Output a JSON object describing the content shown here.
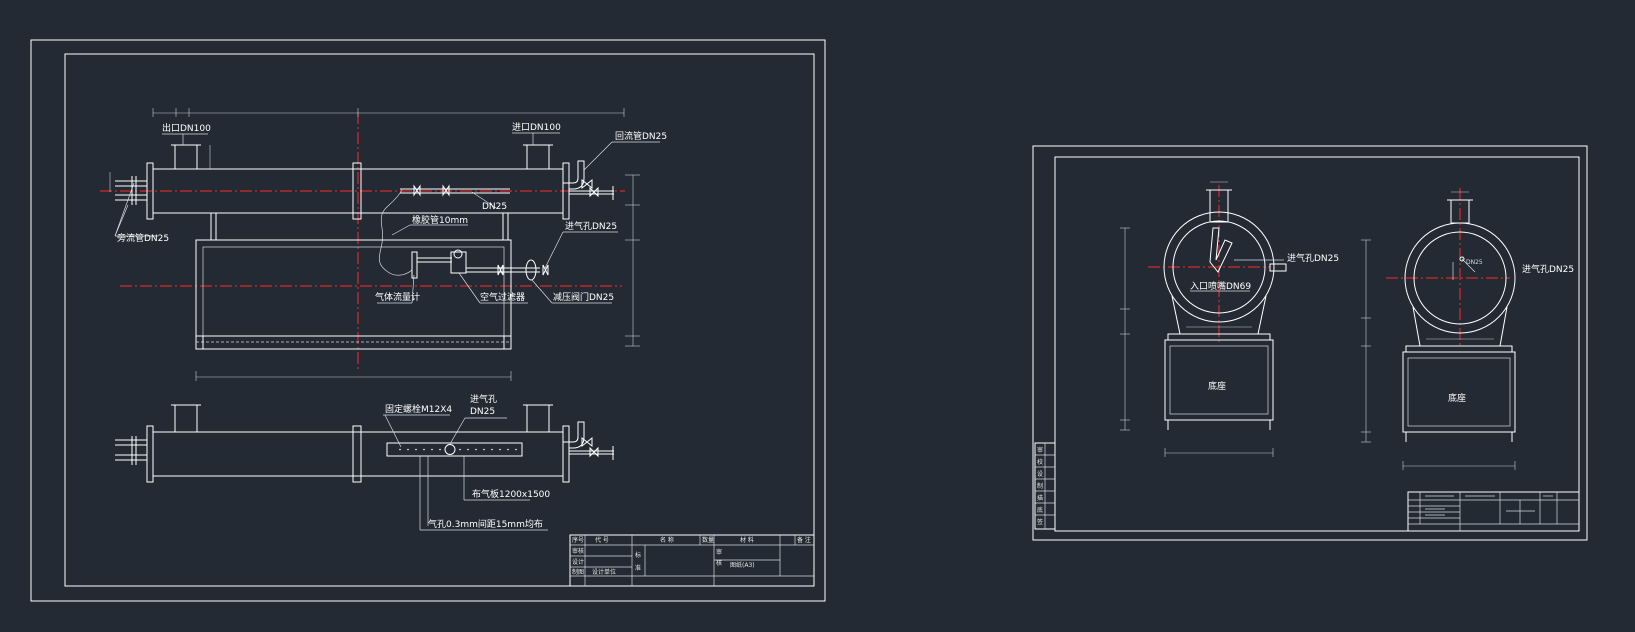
{
  "colors": {
    "background": "#232a33",
    "line": "#ffffff",
    "centerline": "#ff2a2a"
  },
  "sheet1": {
    "labels": {
      "outlet": "出口DN100",
      "inlet": "进口DN100",
      "return_pipe": "回流管DN25",
      "drain_pipe": "旁流管DN25",
      "dn25": "DN25",
      "rubber_hose": "橡胶管10mm",
      "air_inlet": "进气孔DN25",
      "flowmeter": "气体流量计",
      "air_filter": "空气过滤器",
      "pressure_valve": "减压阀门DN25",
      "anchor_bolt": "固定螺栓M12X4",
      "air_hole": "进气孔",
      "air_hole_dn": "DN25",
      "distribution_plate": "布气板1200x1500",
      "pore_note": "气孔0.3mm间距15mm均布"
    },
    "title_block": {
      "c1": "序号",
      "c2": "代  号",
      "c3": "名  称",
      "c4": "数量",
      "c5": "材  料",
      "c6": "备  注",
      "r1": "审核",
      "r2": "设计",
      "r3": "制图",
      "designer": "设计单位",
      "mark1": "标",
      "mark2": "准",
      "check1": "审",
      "check2": "核",
      "drawing_name": "图纸(A3)"
    }
  },
  "sheet2": {
    "labels": {
      "air_inlet_left": "进气孔DN25",
      "inlet_nozzle": "入口喷嘴DN69",
      "base_left": "底座",
      "air_inlet_right": "进气孔DN25",
      "dn25_small": "DN25",
      "base_right": "底座"
    },
    "title_block": {
      "s1": "审",
      "s2": "校",
      "s3": "设",
      "s4": "制",
      "s5": "描",
      "s6": "底",
      "s7": "签"
    }
  }
}
